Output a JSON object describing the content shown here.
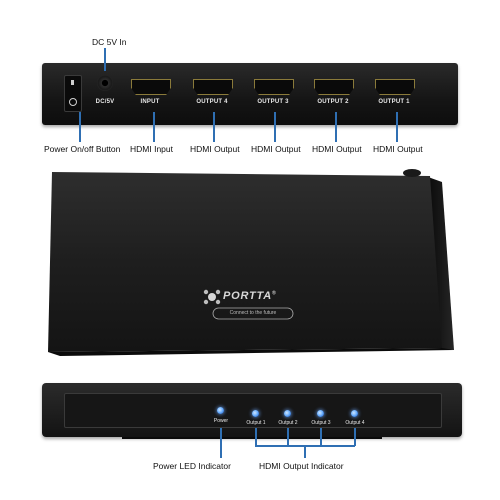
{
  "back_panel": {
    "dc_label": "DC/5V",
    "ports": [
      {
        "label": "INPUT"
      },
      {
        "label": "OUTPUT 4"
      },
      {
        "label": "OUTPUT 3"
      },
      {
        "label": "OUTPUT 2"
      },
      {
        "label": "OUTPUT 1"
      }
    ]
  },
  "callouts_top": {
    "dc_in": "DC 5V In",
    "power_button": "Power On/off Button",
    "hdmi_input": "HDMI Input",
    "hdmi_output_1": "HDMI Output",
    "hdmi_output_2": "HDMI Output",
    "hdmi_output_3": "HDMI Output",
    "hdmi_output_4": "HDMI Output"
  },
  "logo": {
    "brand": "PORTTA",
    "trademark": "®",
    "tagline": "Connect to the future"
  },
  "front_panel": {
    "power_label": "Power",
    "outputs": [
      "Output 1",
      "Output 2",
      "Output 3",
      "Output 4"
    ]
  },
  "callouts_bottom": {
    "power_led": "Power LED Indicator",
    "hdmi_output_indicator": "HDMI Output Indicator"
  },
  "colors": {
    "device_body": "#1c1c1c",
    "callout_line": "#2f6fb3",
    "led_blue": "#6fb2ff"
  }
}
